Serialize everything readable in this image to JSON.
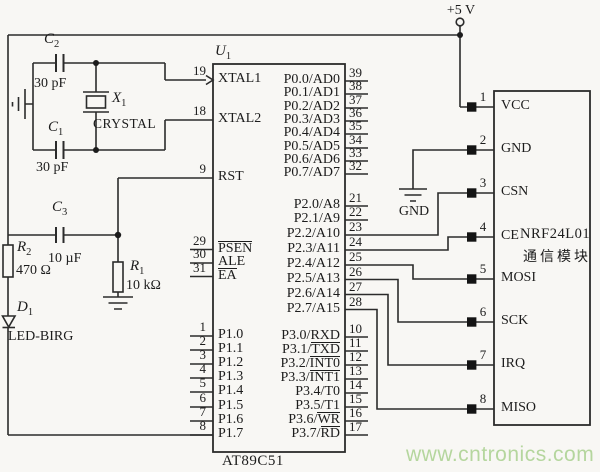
{
  "watermark": "www.cntronics.com",
  "power_label": "+5 V",
  "gnd_label": "GND",
  "components": {
    "c2": {
      "ref": "C",
      "sub": "2",
      "value": "30 pF"
    },
    "c1": {
      "ref": "C",
      "sub": "1",
      "value": "30 pF"
    },
    "c3": {
      "ref": "C",
      "sub": "3",
      "value": "10 µF"
    },
    "x1": {
      "ref": "X",
      "sub": "1",
      "type": "CRYSTAL"
    },
    "r2": {
      "ref": "R",
      "sub": "2",
      "value": "470 Ω"
    },
    "r1": {
      "ref": "R",
      "sub": "1",
      "value": "10 kΩ"
    },
    "d1": {
      "ref": "D",
      "sub": "1",
      "type": "LED-BIRG"
    }
  },
  "mcu": {
    "ref": "U",
    "ref_sub": "1",
    "part": "AT89C51",
    "left_pins": [
      {
        "num": "19",
        "name": "XTAL1"
      },
      {
        "num": "18",
        "name": "XTAL2"
      },
      {
        "num": "9",
        "name": "RST"
      },
      {
        "num": "29",
        "name_bar": "PSEN"
      },
      {
        "num": "30",
        "name": "ALE"
      },
      {
        "num": "31",
        "name_bar": "EA"
      },
      {
        "num": "1",
        "name": "P1.0"
      },
      {
        "num": "2",
        "name": "P1.1"
      },
      {
        "num": "3",
        "name": "P1.2"
      },
      {
        "num": "4",
        "name": "P1.3"
      },
      {
        "num": "5",
        "name": "P1.4"
      },
      {
        "num": "6",
        "name": "P1.5"
      },
      {
        "num": "7",
        "name": "P1.6"
      },
      {
        "num": "8",
        "name": "P1.7"
      }
    ],
    "p0_pins": [
      {
        "num": "39",
        "name": "P0.0/AD0"
      },
      {
        "num": "38",
        "name": "P0.1/AD1"
      },
      {
        "num": "37",
        "name": "P0.2/AD2"
      },
      {
        "num": "36",
        "name": "P0.3/AD3"
      },
      {
        "num": "35",
        "name": "P0.4/AD4"
      },
      {
        "num": "34",
        "name": "P0.5/AD5"
      },
      {
        "num": "33",
        "name": "P0.6/AD6"
      },
      {
        "num": "32",
        "name": "P0.7/AD7"
      }
    ],
    "p2_pins": [
      {
        "num": "21",
        "name": "P2.0/A8"
      },
      {
        "num": "22",
        "name": "P2.1/A9"
      },
      {
        "num": "23",
        "name": "P2.2/A10"
      },
      {
        "num": "24",
        "name": "P2.3/A11"
      },
      {
        "num": "25",
        "name": "P2.4/A12"
      },
      {
        "num": "26",
        "name": "P2.5/A13"
      },
      {
        "num": "27",
        "name": "P2.6/A14"
      },
      {
        "num": "28",
        "name": "P2.7/A15"
      }
    ],
    "p3_pins": [
      {
        "num": "10",
        "name": "P3.0/RXD"
      },
      {
        "num": "11",
        "name": "P3.1/",
        "name_bar": "TXD"
      },
      {
        "num": "12",
        "name": "P3.2/",
        "name_bar": "INT0"
      },
      {
        "num": "13",
        "name": "P3.3/",
        "name_bar": "INT1"
      },
      {
        "num": "14",
        "name": "P3.4/T0"
      },
      {
        "num": "15",
        "name": "P3.5/T1"
      },
      {
        "num": "16",
        "name": "P3.6/",
        "name_bar": "WR"
      },
      {
        "num": "17",
        "name": "P3.7/",
        "name_bar": "RD"
      }
    ]
  },
  "nrf": {
    "name": "NRF24L01",
    "subtitle": "通信模块",
    "pins": [
      {
        "num": "1",
        "name": "VCC"
      },
      {
        "num": "2",
        "name": "GND"
      },
      {
        "num": "3",
        "name": "CSN"
      },
      {
        "num": "4",
        "name": "CE"
      },
      {
        "num": "5",
        "name": "MOSI"
      },
      {
        "num": "6",
        "name": "SCK"
      },
      {
        "num": "7",
        "name": "IRQ"
      },
      {
        "num": "8",
        "name": "MISO"
      }
    ]
  }
}
